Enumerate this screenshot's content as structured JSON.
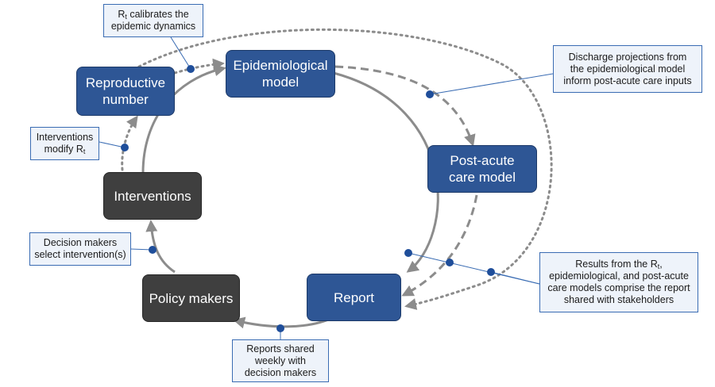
{
  "nodes": {
    "reproductive_number": "Reproductive\nnumber",
    "epidemiological_model": "Epidemiological\nmodel",
    "post_acute_model": "Post-acute\ncare model",
    "interventions": "Interventions",
    "policy_makers": "Policy makers",
    "report": "Report"
  },
  "callouts": {
    "rt_calibrates": {
      "pre": "R",
      "sub": "t",
      "post": " calibrates the",
      "line2": "epidemic dynamics"
    },
    "interventions_modify": {
      "line1": "Interventions",
      "pre": "modify R",
      "sub": "t"
    },
    "decision_makers": {
      "line1": "Decision makers",
      "line2": "select intervention(s)"
    },
    "discharge": {
      "line1": "Discharge projections from",
      "line2": "the epidemiological model",
      "line3": "inform post-acute care inputs"
    },
    "results": {
      "pre": "Results from the R",
      "sub": "t",
      "post": ",",
      "line2": "epidemiological, and post-acute",
      "line3": "care models comprise the report",
      "line4": "shared with stakeholders"
    },
    "reports_shared": {
      "line1": "Reports shared",
      "line2": "weekly with",
      "line3": "decision makers"
    }
  },
  "colors": {
    "node_blue": "#2e5695",
    "node_gray": "#3f3f3f",
    "arrow_gray": "#8c8c8c",
    "dot_blue": "#1f4e9a",
    "callout_fill": "#eef3fa",
    "callout_border": "#3a6cb3"
  }
}
